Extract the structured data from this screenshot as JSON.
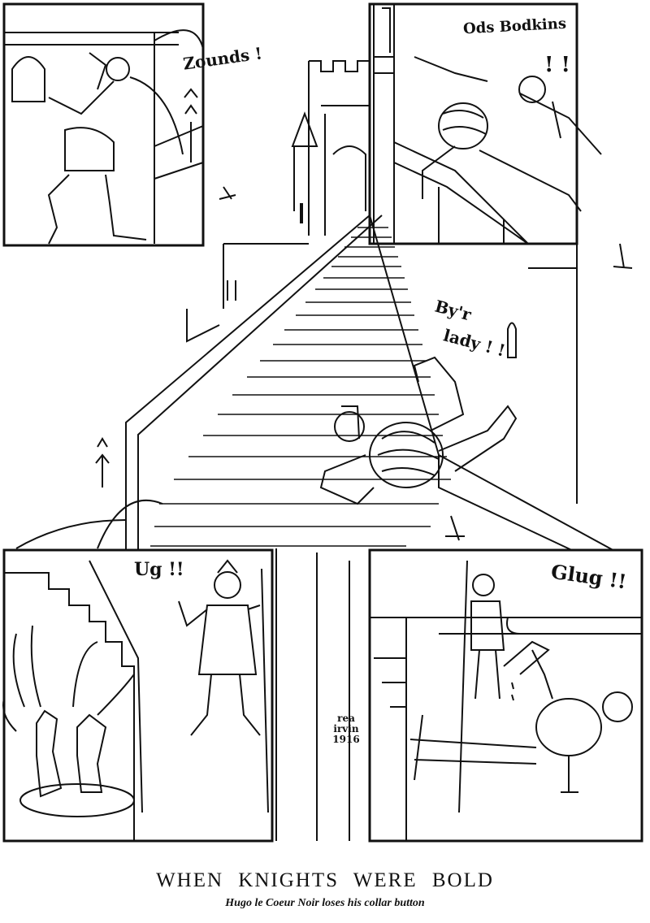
{
  "caption": {
    "title": "WHEN KNIGHTS WERE BOLD",
    "subtitle": "Hugo le Coeur Noir loses his collar button"
  },
  "exclamations": {
    "panel1": "Zounds !",
    "panel2_a": "Ods Bodkins",
    "panel2_b": "! !",
    "center_a": "By'r",
    "center_b": "lady ! !",
    "panel3": "Ug !!",
    "panel4": "Glug !!"
  },
  "signature": {
    "line1": "rea",
    "line2": "irvin",
    "year": "1916"
  }
}
